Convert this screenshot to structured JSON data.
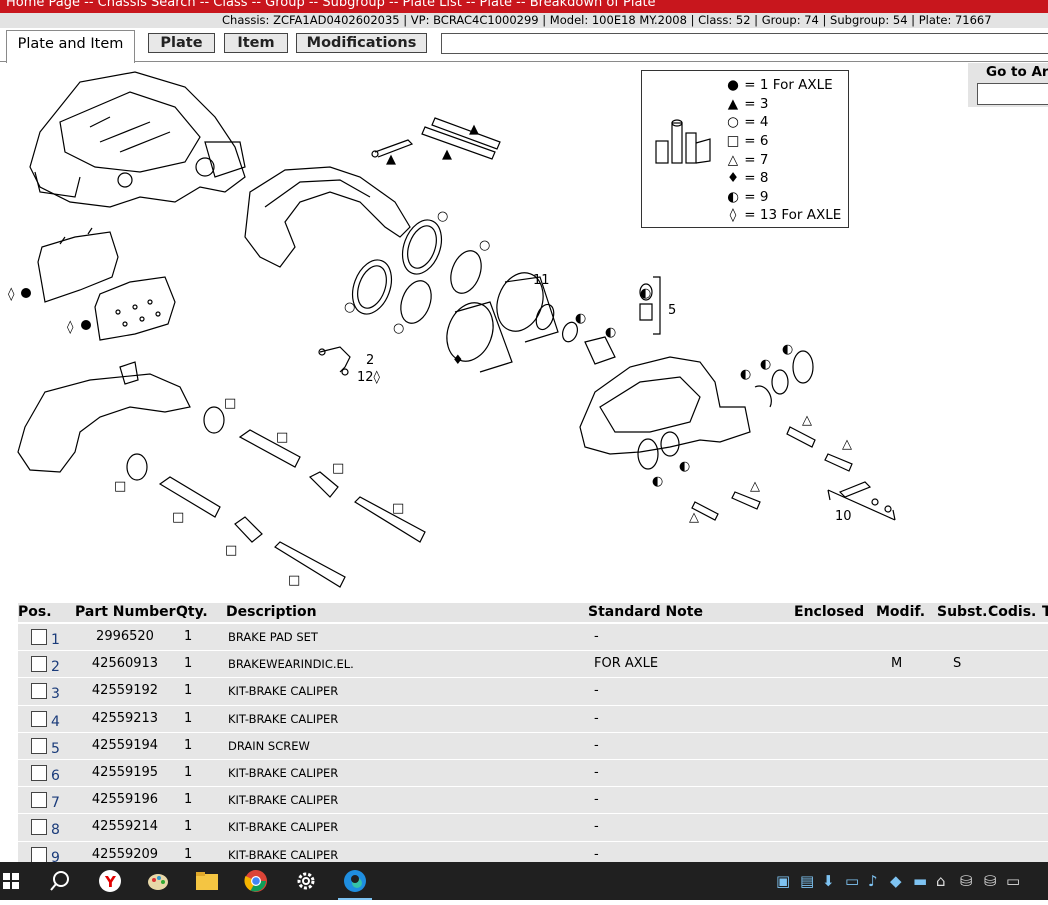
{
  "breadcrumb": "Home Page -- Chassis Search -- Class -- Group -- Subgroup -- Plate List -- Plate -- Breakdown of Plate",
  "chassis_info": "Chassis: ZCFA1AD0402602035 | VP: BCRAC4C1000299 | Model: 100E18 MY.2008 | Class: 52 | Group: 74 | Subgroup: 54 | Plate: 71667",
  "tabs": {
    "active": "Plate and Item",
    "plate": "Plate",
    "item": "Item",
    "modifications": "Modifications"
  },
  "goto_label": "Go to Ar",
  "legend": [
    {
      "sym": "●",
      "text": "=  1  For AXLE"
    },
    {
      "sym": "▲",
      "text": "=  3"
    },
    {
      "sym": "○",
      "text": "=  4"
    },
    {
      "sym": "□",
      "text": "=  6"
    },
    {
      "sym": "△",
      "text": "=  7"
    },
    {
      "sym": "♦",
      "text": "=  8"
    },
    {
      "sym": "◐",
      "text": "=  9"
    },
    {
      "sym": "◊",
      "text": "= 13 For AXLE"
    }
  ],
  "diagram_labels": {
    "n11": "11",
    "n5": "5",
    "n2": "2",
    "n12": "12◊",
    "n10": "10"
  },
  "table": {
    "headers": {
      "pos": "Pos.",
      "part": "Part Number",
      "qty": "Qty.",
      "desc": "Description",
      "note": "Standard Note",
      "enclosed": "Enclosed",
      "modif": "Modif.",
      "subst": "Subst.",
      "codis": "Codis.",
      "t": "T"
    },
    "rows": [
      {
        "pos": "1",
        "part": "2996520",
        "qty": "1",
        "desc": "BRAKE PAD SET",
        "note": "-",
        "modif": "",
        "subst": ""
      },
      {
        "pos": "2",
        "part": "42560913",
        "qty": "1",
        "desc": "BRAKEWEARINDIC.EL.",
        "note": "FOR AXLE",
        "modif": "M",
        "subst": "S"
      },
      {
        "pos": "3",
        "part": "42559192",
        "qty": "1",
        "desc": "KIT-BRAKE CALIPER",
        "note": "-",
        "modif": "",
        "subst": ""
      },
      {
        "pos": "4",
        "part": "42559213",
        "qty": "1",
        "desc": "KIT-BRAKE CALIPER",
        "note": "-",
        "modif": "",
        "subst": ""
      },
      {
        "pos": "5",
        "part": "42559194",
        "qty": "1",
        "desc": "DRAIN SCREW",
        "note": "-",
        "modif": "",
        "subst": ""
      },
      {
        "pos": "6",
        "part": "42559195",
        "qty": "1",
        "desc": "KIT-BRAKE CALIPER",
        "note": "-",
        "modif": "",
        "subst": ""
      },
      {
        "pos": "7",
        "part": "42559196",
        "qty": "1",
        "desc": "KIT-BRAKE CALIPER",
        "note": "-",
        "modif": "",
        "subst": ""
      },
      {
        "pos": "8",
        "part": "42559214",
        "qty": "1",
        "desc": "KIT-BRAKE CALIPER",
        "note": "-",
        "modif": "",
        "subst": ""
      },
      {
        "pos": "9",
        "part": "42559209",
        "qty": "1",
        "desc": "KIT-BRAKE CALIPER",
        "note": "-",
        "modif": "",
        "subst": ""
      }
    ]
  },
  "taskbar": {
    "icons": [
      "windows-start-icon",
      "search-icon",
      "yandex-browser-icon",
      "paint-icon",
      "file-explorer-icon",
      "chrome-icon",
      "settings-gear-icon",
      "edge-icon"
    ]
  }
}
